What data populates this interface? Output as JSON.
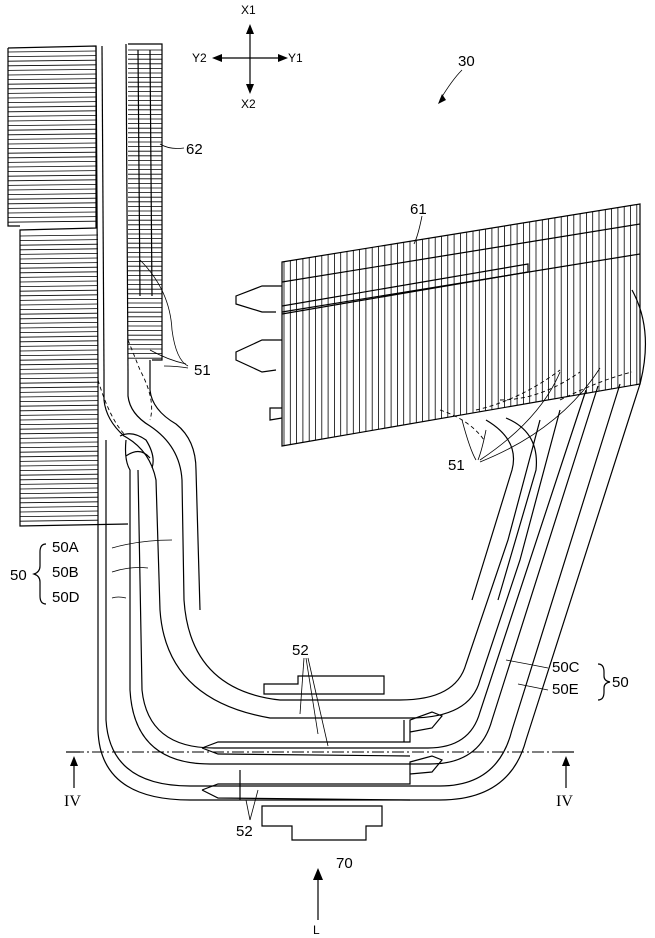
{
  "axes": {
    "x1": "X1",
    "x2": "X2",
    "y1": "Y1",
    "y2": "Y2"
  },
  "labels": {
    "assembly": "30",
    "fin_left": "62",
    "fin_right": "61",
    "contact_51_left": "51",
    "contact_51_right": "51",
    "pipe_group": "50",
    "pipe_group_right": "50",
    "pipe_50A": "50A",
    "pipe_50B": "50B",
    "pipe_50D": "50D",
    "pipe_50C": "50C",
    "pipe_50E": "50E",
    "block_52_top": "52",
    "block_52_bottom": "52",
    "chip": "70",
    "section_left": "IV",
    "section_right": "IV",
    "view_dir": "L"
  }
}
